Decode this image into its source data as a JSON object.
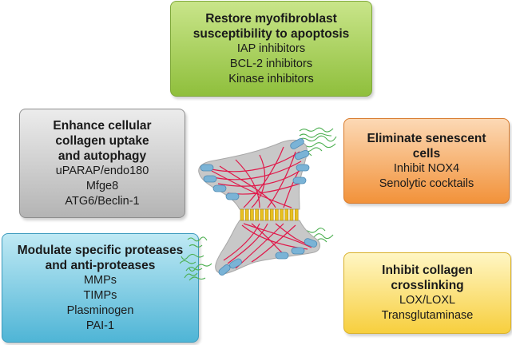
{
  "boxes": {
    "top": {
      "title": "Restore myofibroblast\nsusceptibility to apoptosis",
      "items": [
        "IAP inhibitors",
        "BCL-2 inhibitors",
        "Kinase inhibitors"
      ],
      "color": "#9ccb4a"
    },
    "left": {
      "title": "Enhance cellular\ncollagen uptake\nand autophagy",
      "items": [
        "uPARAP/endo180",
        "Mfge8",
        "ATG6/Beclin-1"
      ],
      "color": "#c4c4c4"
    },
    "bottom_left": {
      "title": "Modulate specific proteases\nand anti-proteases",
      "items": [
        "MMPs",
        "TIMPs",
        "Plasminogen",
        "PAI-1"
      ],
      "color": "#5bbfdf"
    },
    "right": {
      "title": "Eliminate senescent\ncells",
      "items": [
        "Inhibit NOX4",
        "Senolytic cocktails"
      ],
      "color": "#f4a04d"
    },
    "bottom_right": {
      "title": "Inhibit collagen\ncrosslinking",
      "items": [
        "LOX/LOXL",
        "Transglutaminase"
      ],
      "color": "#f9d64a"
    }
  },
  "illustration": {
    "cell_color": "#c8c8c8",
    "fiber_color": "#e0194a",
    "adhesion_color": "#7ab3d6",
    "collagen_color": "#4caf50",
    "junction_color": "#e8c020"
  }
}
